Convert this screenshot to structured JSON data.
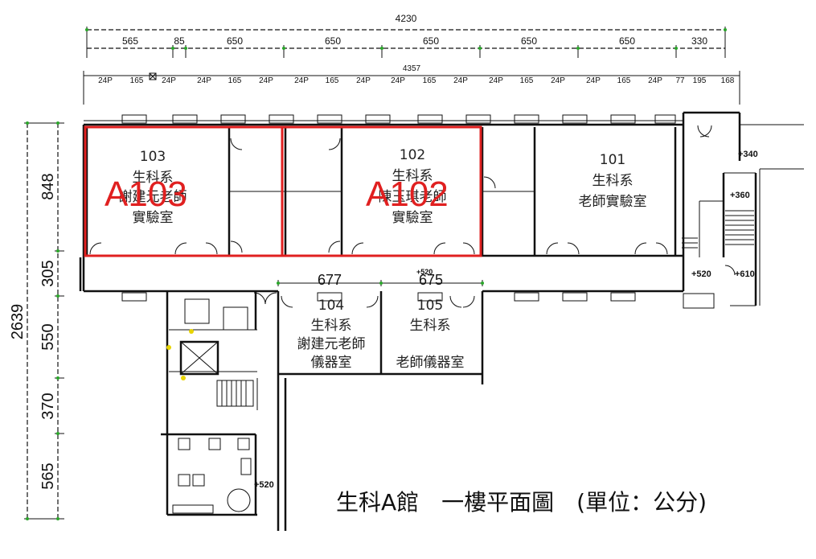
{
  "dimensions": {
    "top_total": "4230",
    "top_segments": [
      "565",
      "85",
      "650",
      "650",
      "650",
      "650",
      "650",
      "330"
    ],
    "second_total": "4357",
    "second_segments": [
      "24P",
      "165",
      "24P",
      "24P",
      "165",
      "24P",
      "24P",
      "165",
      "24P",
      "24P",
      "165",
      "24P",
      "24P",
      "165",
      "24P",
      "24P",
      "165",
      "24P",
      "77",
      "195",
      "168"
    ],
    "left_total": "2639",
    "left_segments": [
      "848",
      "305",
      "550",
      "370",
      "565"
    ],
    "corridor_segments": [
      "677",
      "675"
    ]
  },
  "rooms": [
    {
      "number": "103",
      "lines": [
        "生科系",
        "謝建元老師",
        "實驗室"
      ]
    },
    {
      "number": "102",
      "lines": [
        "生科系",
        "陳玉琪老師",
        "實驗室"
      ]
    },
    {
      "number": "101",
      "lines": [
        "生科系",
        "老師實驗室"
      ]
    },
    {
      "number": "104",
      "lines": [
        "生科系",
        "謝建元老師",
        "儀器室"
      ]
    },
    {
      "number": "105",
      "lines": [
        "生科系",
        "",
        "老師儀器室"
      ]
    }
  ],
  "highlights": [
    {
      "label": "A103",
      "color": "#e02020"
    },
    {
      "label": "A102",
      "color": "#e02020"
    }
  ],
  "levels": [
    "+340",
    "+360",
    "+520",
    "+610",
    "+520",
    "+520"
  ],
  "title": "生科A館　一樓平面圖　(單位：公分)"
}
